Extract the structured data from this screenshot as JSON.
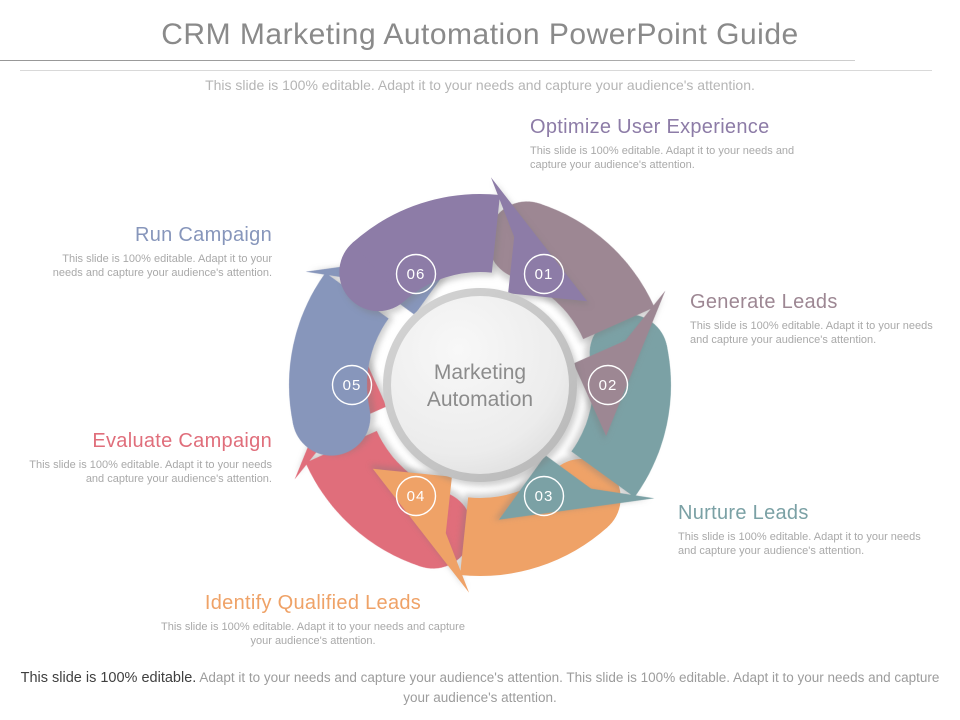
{
  "slide": {
    "title": "CRM Marketing Automation PowerPoint Guide",
    "subtitle": "This slide is 100% editable. Adapt it to your needs and capture your audience's attention."
  },
  "center": {
    "line1": "Marketing",
    "line2": "Automation"
  },
  "steps": [
    {
      "number": "01",
      "label": "Optimize User Experience",
      "description": "This slide is 100% editable. Adapt it to your needs and capture your audience's attention.",
      "color": "#8d7ca7"
    },
    {
      "number": "02",
      "label": "Generate Leads",
      "description": "This slide is 100% editable. Adapt it to your needs and capture your audience's attention.",
      "color": "#9d8793"
    },
    {
      "number": "03",
      "label": "Nurture Leads",
      "description": "This slide is 100% editable. Adapt it to your needs and capture your audience's attention.",
      "color": "#7ba1a5"
    },
    {
      "number": "04",
      "label": "Identify Qualified Leads",
      "description": "This slide is 100% editable. Adapt it to your needs and capture your audience's attention.",
      "color": "#efa267"
    },
    {
      "number": "05",
      "label": "Evaluate Campaign",
      "description": "This slide is 100% editable. Adapt it to your needs and capture your audience's attention.",
      "color": "#e06e7b"
    },
    {
      "number": "06",
      "label": "Run Campaign",
      "description": "This slide is 100% editable. Adapt it to your needs and capture your audience's attention.",
      "color": "#8796bb"
    }
  ],
  "footer": {
    "highlight": "This slide is 100% editable.",
    "rest": " Adapt it to your needs and capture your audience's attention. This slide is 100% editable. Adapt it to your needs and capture your audience's attention."
  }
}
